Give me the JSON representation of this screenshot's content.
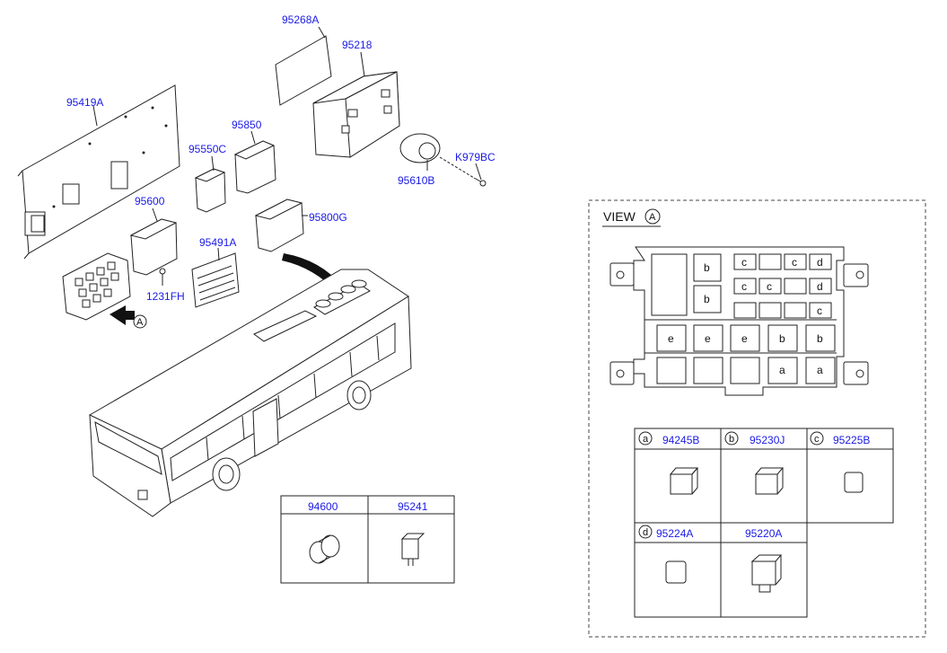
{
  "parts": {
    "p95268A": "95268A",
    "p95218": "95218",
    "p95419A": "95419A",
    "p95850": "95850",
    "p95550C": "95550C",
    "pK979BC": "K979BC",
    "p95610B": "95610B",
    "p95600": "95600",
    "p95800G": "95800G",
    "p95491A": "95491A",
    "p1231FH": "1231FH"
  },
  "arrow_marker": "A",
  "small_table": {
    "headers": [
      "94600",
      "95241"
    ]
  },
  "view": {
    "title": "VIEW",
    "marker": "A",
    "grid_letters": {
      "row1": [
        "b",
        "c",
        "c",
        "d"
      ],
      "row2": [
        "b",
        "c",
        "c",
        "d"
      ],
      "row3": [
        "c"
      ],
      "row4": [
        "e",
        "e",
        "e",
        "b",
        "b"
      ],
      "row5": [
        "a",
        "a"
      ]
    }
  },
  "relay_table": {
    "cells": [
      {
        "key": "a",
        "part": "94245B"
      },
      {
        "key": "b",
        "part": "95230J"
      },
      {
        "key": "c",
        "part": "95225B"
      },
      {
        "key": "d",
        "part": "95224A"
      },
      {
        "key": "",
        "part": "95220A"
      }
    ]
  }
}
